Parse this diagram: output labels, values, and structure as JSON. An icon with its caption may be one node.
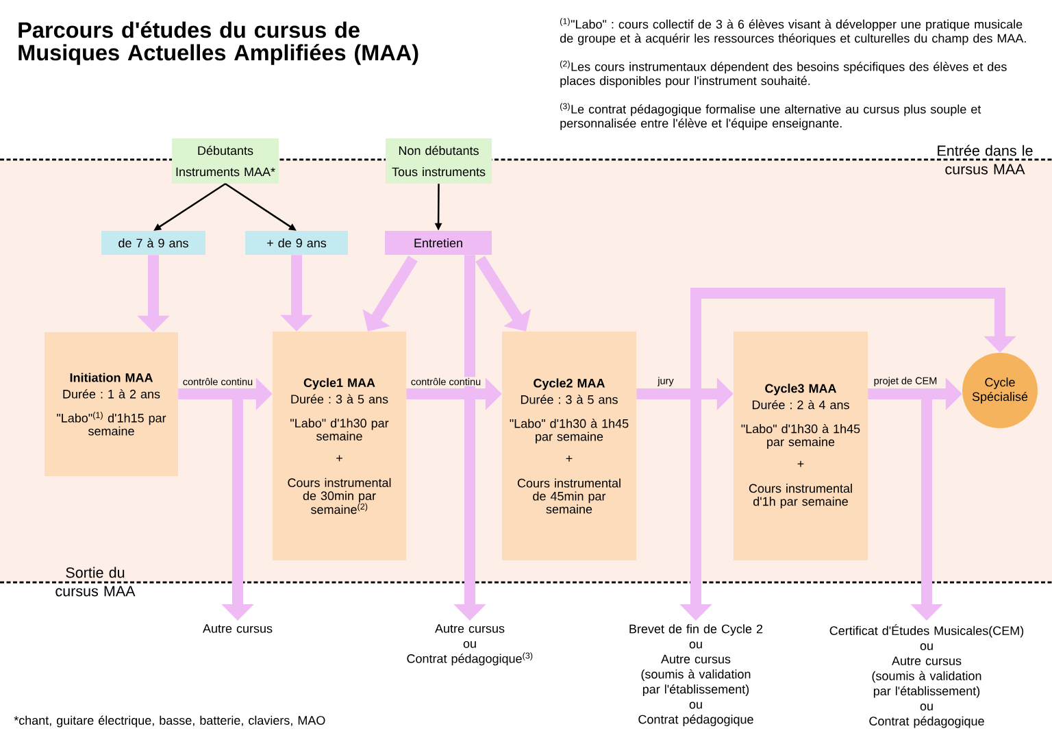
{
  "diagram": {
    "title": "Parcours d'études du cursus de Musiques Actuelles Amplifiées (MAA)",
    "nodes": [
      {
        "text": [
          "Débutants",
          "Instruments MAA*"
        ]
      },
      {
        "text": [
          "Non débutants",
          "Tous instruments"
        ]
      },
      {
        "text": [
          "de 7 à 9 ans"
        ]
      },
      {
        "text": [
          "+ de 9 ans"
        ]
      },
      {
        "text": [
          "Entretien"
        ]
      },
      {
        "text": [
          "Initiation MAA",
          "Durée : 1 à 2 ans",
          "\"Labo\"$^{(1)}$ d'1h15 par semaine"
        ]
      },
      {
        "text": [
          "Cycle1 MAA",
          "Durée : 3 à 5 ans",
          "\"Labo\" d'1h30 par semaine",
          "+",
          "Cours instrumental de 30min par semaine$^{(2)}$"
        ]
      },
      {
        "text": [
          "Cycle2 MAA",
          "Durée : 3 à 5 ans",
          "\"Labo\" d'1h30 à 1h45 par semaine",
          "+",
          "Cours instrumental de 45min par semaine"
        ]
      },
      {
        "text": [
          "Cycle3 MAA",
          "Durée : 2 à 4 ans",
          "\"Labo\" d'1h30 à 1h45 par semaine",
          "+",
          "Cours instrumental d'1h par semaine"
        ]
      },
      {
        "text": [
          "Cycle Spécialisé"
        ]
      },
      {
        "text": [
          "Autre cursus"
        ]
      },
      {
        "text": [
          "Autre cursus",
          "ou",
          "Contrat pédagogique$^{(3)}$"
        ]
      },
      {
        "text": [
          "Brevet de fin de Cycle 2",
          "ou",
          "Autre cursus",
          "(soumis à validation par l'établissement)",
          "ou",
          "Contrat pédagogique"
        ]
      },
      {
        "text": [
          "Certificat d'Études Musicales(CEM)",
          "ou",
          "Autre cursus",
          "(soumis à validation par l'établissement)",
          "ou",
          "Contrat pédagogique"
        ]
      }
    ],
    "edges": [
      {
        "from": 0,
        "to": 2,
        "arrow": "to",
        "color": "#000000"
      },
      {
        "from": 0,
        "to": 3,
        "arrow": "to",
        "color": "#000000"
      },
      {
        "from": 1,
        "to": 4,
        "arrow": "to",
        "color": "#000000"
      },
      {
        "from": 2,
        "to": 5,
        "arrow": "to"
      },
      {
        "from": 3,
        "to": 6,
        "arrow": "to"
      },
      {
        "from": 4,
        "to": 6,
        "arrow": "to"
      },
      {
        "from": 4,
        "to": 7,
        "arrow": "to"
      },
      {
        "from": 4,
        "to": 11,
        "arrow": "to"
      },
      {
        "from": 5,
        "to": 6,
        "arrow": "to",
        "label": "contrôle continu"
      },
      {
        "from": 5,
        "to": 10,
        "arrow": "to"
      },
      {
        "from": 6,
        "to": 7,
        "arrow": "to",
        "label": "contrôle continu"
      },
      {
        "from": 7,
        "to": 8,
        "arrow": "to",
        "label": "jury"
      },
      {
        "from": 7,
        "to": 9,
        "arrow": "to"
      },
      {
        "from": 7,
        "to": 12,
        "arrow": "to"
      },
      {
        "from": 8,
        "to": 9,
        "arrow": "to",
        "label": "projet de CEM"
      },
      {
        "from": 8,
        "to": 13,
        "arrow": "to"
      }
    ],
    "labels": [
      "$^{(1)}$\"Labo\" : cours collectif de 3 à 6 élèves visant à développer une pratique musicale de groupe et à acquérir les ressources théoriques et culturelles du champ des MAA.",
      "$^{(2)}$Les cours instrumentaux dépendent des besoins spécifiques des élèves et des places disponibles pour l'instrument souhaité.",
      "$^{(3)}$Le contrat pédagogique formalise une alternative au cursus plus souple et personnalisée entre l'élève et l'équipe enseignante.",
      "Entrée dans le cursus MAA",
      "Sortie du cursus MAA",
      "*chant, guitare électrique, basse, batterie, claviers, MAO"
    ]
  }
}
